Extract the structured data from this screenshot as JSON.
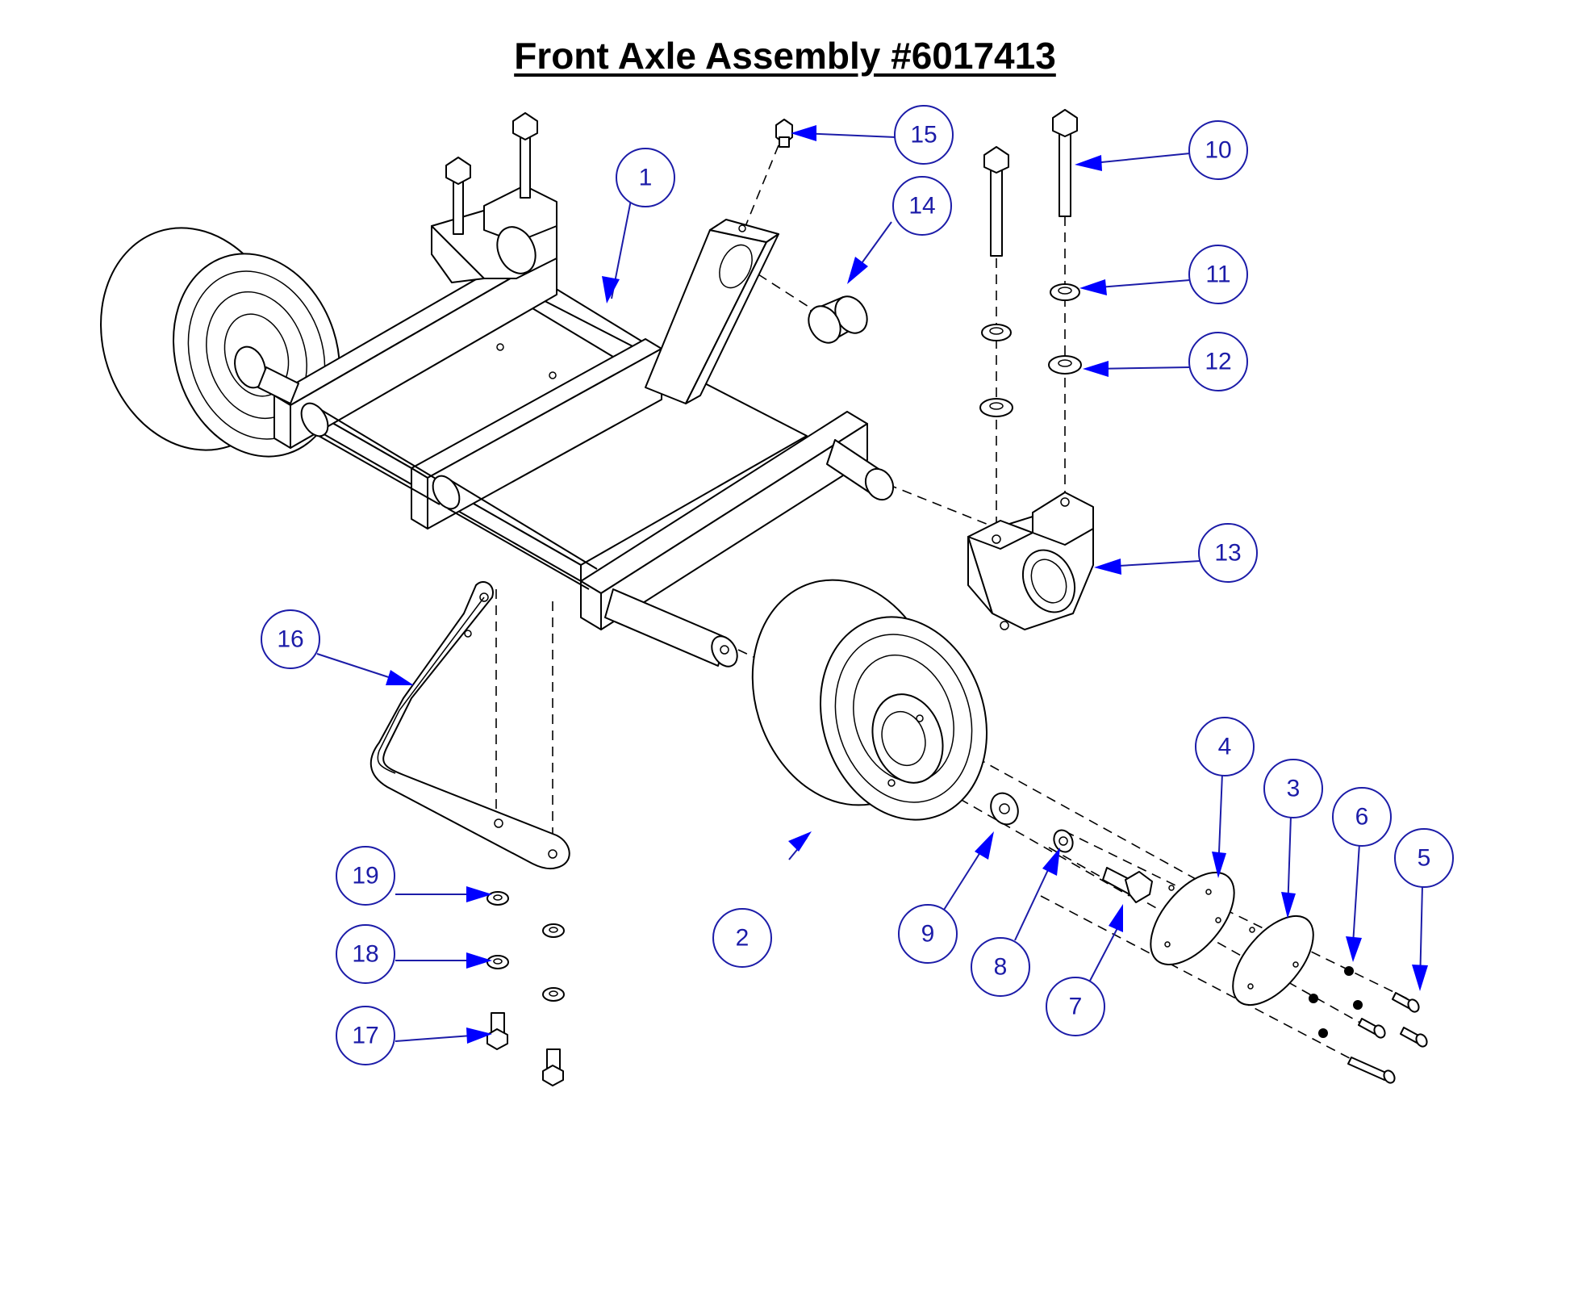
{
  "title": "Front Axle Assembly #6017413",
  "colors": {
    "callout": "#1c1ca8",
    "arrow": "#0000ff",
    "line": "#000000"
  },
  "callouts": [
    "1",
    "2",
    "3",
    "4",
    "5",
    "6",
    "7",
    "8",
    "9",
    "10",
    "11",
    "12",
    "13",
    "14",
    "15",
    "16",
    "17",
    "18",
    "19"
  ]
}
